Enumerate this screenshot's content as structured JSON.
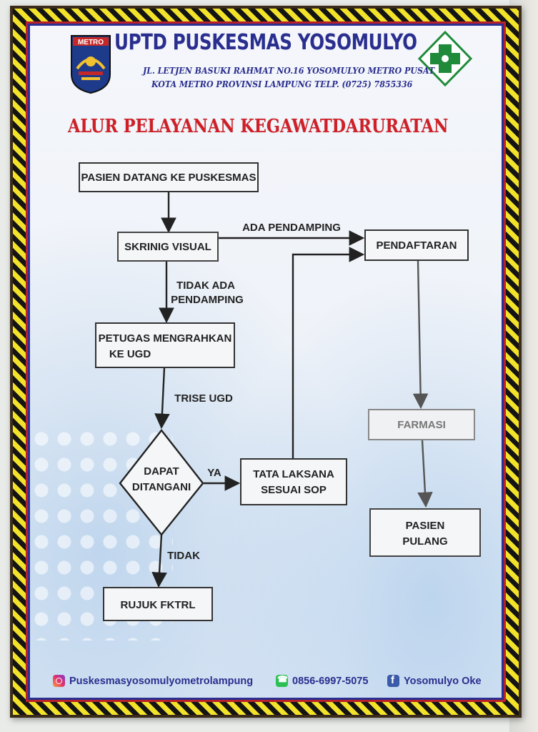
{
  "header": {
    "title": "UPTD PUSKESMAS YOSOMULYO",
    "address_line1": "JL. LETJEN BASUKI RAHMAT NO.16 YOSOMULYO METRO PUSAT",
    "address_line2": "KOTA METRO PROVINSI LAMPUNG TELP. (0725) 7855336",
    "logo_left_text": "METRO"
  },
  "subtitle": "ALUR PELAYANAN KEGAWATDARURATAN",
  "flow": {
    "nodes": {
      "pasien_datang": "PASIEN DATANG KE PUSKESMAS",
      "skrining": "SKRINIG VISUAL",
      "petugas_line1": "PETUGAS MENGRAHKAN",
      "petugas_line2": "KE UGD",
      "dapat_line1": "DAPAT",
      "dapat_line2": "DITANGANI",
      "tata_line1": "TATA LAKSANA",
      "tata_line2": "SESUAI SOP",
      "rujuk": "RUJUK FKTRL",
      "pendaftaran": "PENDAFTARAN",
      "farmasi": "FARMASI",
      "pulang_line1": "PASIEN",
      "pulang_line2": "PULANG"
    },
    "edge_labels": {
      "ada_pendamping": "ADA PENDAMPING",
      "tidak_ada_line1": "TIDAK ADA",
      "tidak_ada_line2": "PENDAMPING",
      "trise": "TRISE UGD",
      "ya": "YA",
      "tidak": "TIDAK"
    }
  },
  "footer": {
    "instagram": "Puskesmasyosomulyometrolampung",
    "whatsapp": "0856-6997-5075",
    "facebook": "Yosomulyo Oke"
  },
  "colors": {
    "title_blue": "#2a2e8e",
    "subtitle_red": "#d01f26",
    "logo_green": "#1f8a3a"
  }
}
